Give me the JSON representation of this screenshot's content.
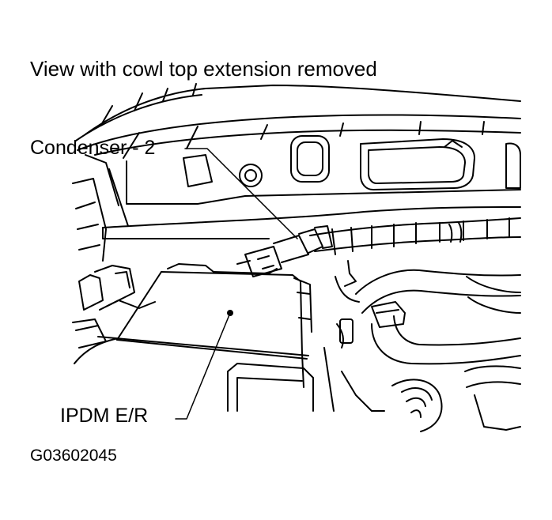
{
  "title": "View with cowl top extension removed",
  "labels": {
    "condenser": "Condenser - 2",
    "ipdm": "IPDM E/R"
  },
  "figure_id": "G03602045",
  "colors": {
    "line": "#000000",
    "background": "#ffffff"
  }
}
